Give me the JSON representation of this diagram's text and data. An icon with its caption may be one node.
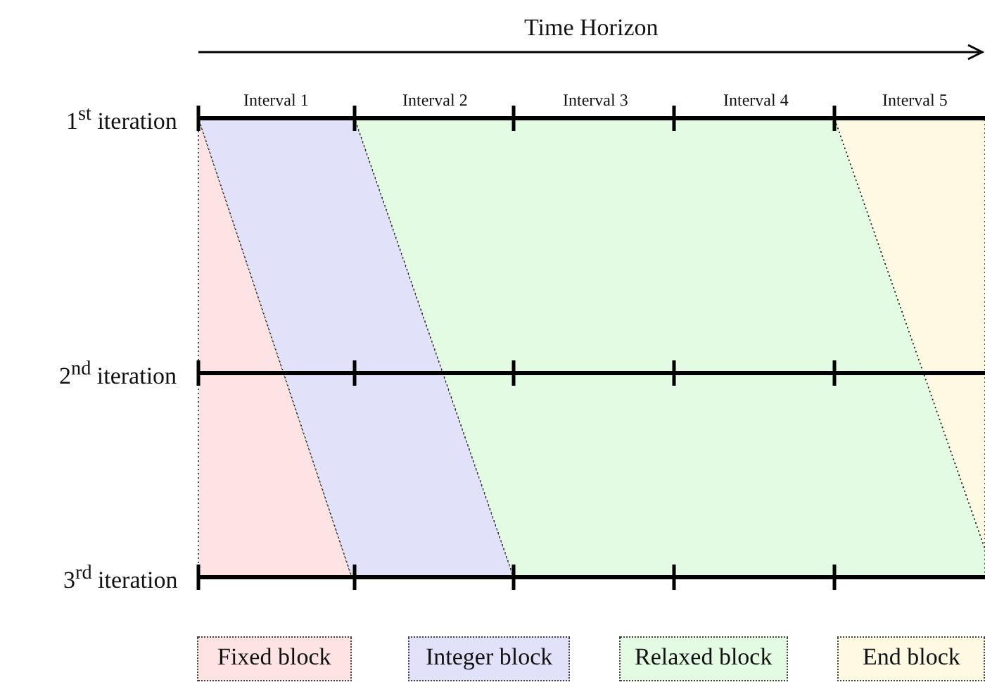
{
  "diagram": {
    "labels": [
      "Time Horizon",
      "Interval 1",
      "Interval 2",
      "Interval 3",
      "Interval 4",
      "Interval 5",
      "1$^{st}$ iteration",
      "2$^{nd}$ iteration",
      "3$^{rd}$ iteration"
    ],
    "legend": [
      {
        "text": "Fixed block",
        "color": "#fde3e3"
      },
      {
        "text": "Integer block",
        "color": "#e1e1f9"
      },
      {
        "text": "Relaxed block",
        "color": "#e3fbe3"
      },
      {
        "text": "End block",
        "color": "#fdf9e3"
      }
    ]
  }
}
